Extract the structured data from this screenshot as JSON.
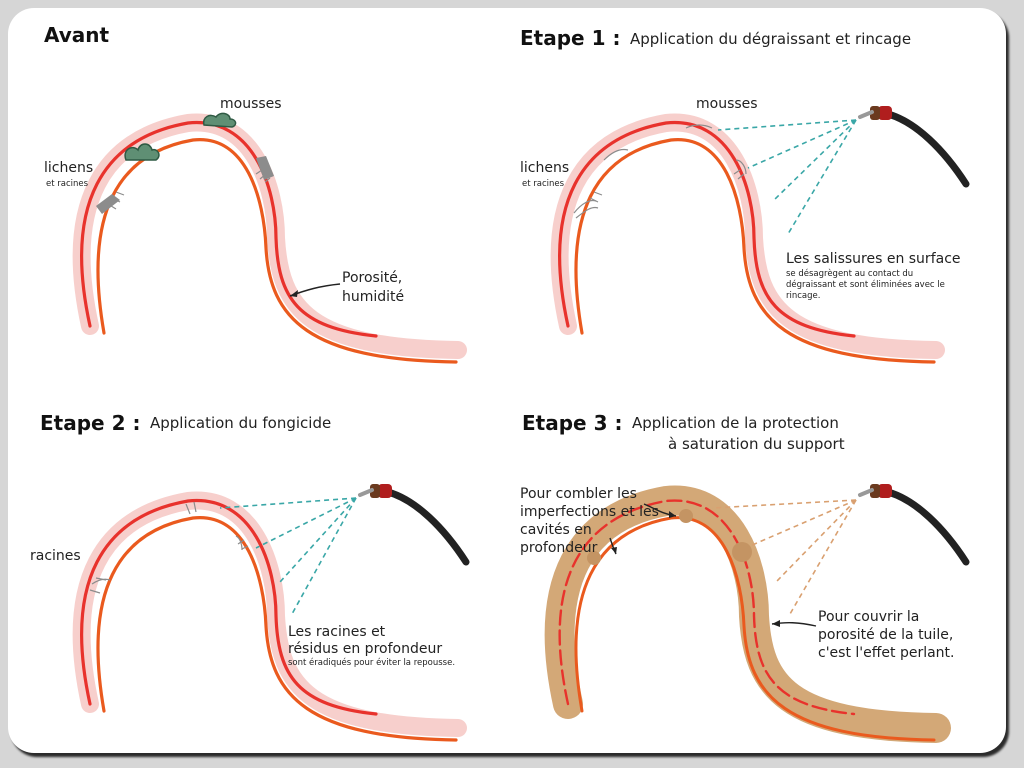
{
  "panels": {
    "avant": {
      "title": "Avant",
      "mousses": "mousses",
      "lichens": "lichens",
      "racines": "et racines",
      "porosite_1": "Porosité,",
      "porosite_2": "humidité"
    },
    "etape1": {
      "title": "Etape 1 :",
      "subtitle": "Application du dégraissant et rincage",
      "mousses": "mousses",
      "lichens": "lichens",
      "racines": "et racines",
      "note_title": "Les salissures en surface",
      "note_1": "se désagrègent au contact du",
      "note_2": "dégraissant et sont éliminées avec le",
      "note_3": "rincage."
    },
    "etape2": {
      "title": "Etape 2 :",
      "subtitle": "Application du fongicide",
      "racines": "racines",
      "note_1": "Les racines et",
      "note_2": "résidus en profondeur",
      "note_3": "sont éradiqués pour éviter la repousse."
    },
    "etape3": {
      "title": "Etape 3 :",
      "subtitle_1": "Application de la protection",
      "subtitle_2": "à saturation du support",
      "left_1": "Pour combler les",
      "left_2": "imperfections et les",
      "left_3": "cavités en",
      "left_4": "profondeur",
      "right_1": "Pour couvrir la",
      "right_2": "porosité de la tuile,",
      "right_3": "c'est l'effet perlant."
    }
  },
  "colors": {
    "tile_top": "#e8322c",
    "tile_bottom": "#ea5a1e",
    "tile_fill": "#f7cfcc",
    "protection": "#d3a877",
    "spray_teal": "#3aa7a7",
    "spray_tan": "#d9a070",
    "moss": "#5f8f74",
    "lichen": "#8c8c8c",
    "hose": "#222222"
  },
  "icons": [
    "sprayer-nozzle-icon",
    "moss-icon",
    "lichen-icon",
    "root-icon",
    "arrow-icon"
  ]
}
